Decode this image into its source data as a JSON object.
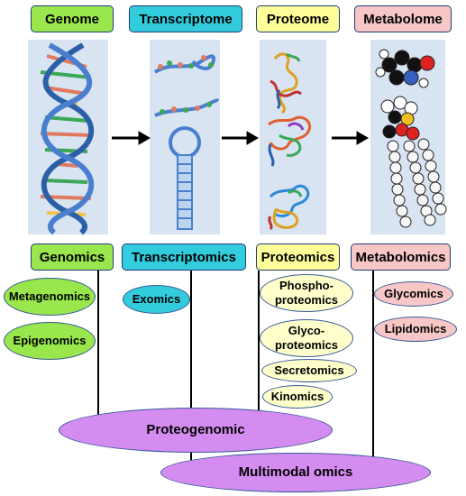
{
  "omes": {
    "genome": "Genome",
    "transcriptome": "Transcriptome",
    "proteome": "Proteome",
    "metabolome": "Metabolome"
  },
  "omics": {
    "genomics": "Genomics",
    "transcriptomics": "Transcriptomics",
    "proteomics": "Proteomics",
    "metabolomics": "Metabolomics"
  },
  "sub": {
    "metagenomics": "Metagenomics",
    "epigenomics": "Epigenomics",
    "exomics": "Exomics",
    "phosphoproteomics": "Phospho-\nproteomics",
    "glycoproteomics": "Glyco-\nproteomics",
    "secretomics": "Secretomics",
    "kinomics": "Kinomics",
    "glycomics": "Glycomics",
    "lipidomics": "Lipidomics"
  },
  "integrated": {
    "proteogenomic": "Proteogenomic",
    "multimodal": "Multimodal omics"
  },
  "colors": {
    "genome": "#99e64d",
    "transcriptome": "#33ccdd",
    "proteome": "#ffff99",
    "metabolome": "#f7c6c6",
    "integrated": "#d58cf0",
    "panel": "#d8e4f2"
  }
}
